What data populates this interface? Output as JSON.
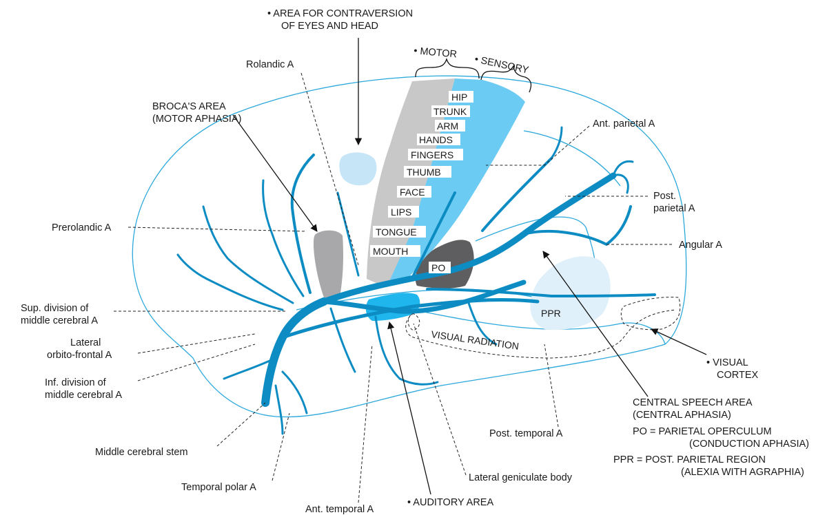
{
  "colors": {
    "outline": "#2aa8dc",
    "artery": "#0d8cc4",
    "motor_strip": "#c8c8c8",
    "sensory_strip": "#6ccbf2",
    "contraversion_area": "#c6e6f7",
    "broca_area": "#a8a8aa",
    "po_area": "#5e5e60",
    "ppr_area": "#dff0fa",
    "auditory_area": "#1fb6ee"
  },
  "top_labels": {
    "contraversion_line1": "• AREA FOR CONTRAVERSION",
    "contraversion_line2": "OF EYES AND HEAD",
    "motor": "• MOTOR",
    "sensory": "• SENSORY"
  },
  "homunculus": [
    "HIP",
    "TRUNK",
    "ARM",
    "HANDS",
    "FINGERS",
    "THUMB",
    "FACE",
    "LIPS",
    "TONGUE",
    "MOUTH"
  ],
  "regions": {
    "po": "PO",
    "ppr": "PPR",
    "visual_radiation": "VISUAL RADIATION"
  },
  "left_labels": {
    "rolandic": "Rolandic A",
    "broca_line1": "BROCA'S AREA",
    "broca_line2": "(MOTOR APHASIA)",
    "prerolandic": "Prerolandic A",
    "sup_div_line1": "Sup. division of",
    "sup_div_line2": "middle cerebral A",
    "lateral_line1": "Lateral",
    "lateral_line2": "orbito-frontal A",
    "inf_div_line1": "Inf. division of",
    "inf_div_line2": "middle cerebral A",
    "mid_stem": "Middle cerebral stem"
  },
  "bottom_labels": {
    "temporal_polar": "Temporal polar A",
    "ant_temporal": "Ant. temporal A",
    "auditory": "• AUDITORY AREA",
    "lateral_geniculate": "Lateral geniculate body",
    "post_temporal": "Post. temporal A"
  },
  "right_labels": {
    "ant_parietal": "Ant. parietal A",
    "post_parietal_line1": "Post.",
    "post_parietal_line2": "parietal A",
    "angular": "Angular A",
    "visual_line1": "• VISUAL",
    "visual_line2": "CORTEX",
    "central_line1": "CENTRAL SPEECH AREA",
    "central_line2": "(CENTRAL APHASIA)",
    "po_def_line1": "PO = PARIETAL OPERCULUM",
    "po_def_line2": "(CONDUCTION APHASIA)",
    "ppr_def_line1": "PPR = POST. PARIETAL REGION",
    "ppr_def_line2": "(ALEXIA WITH AGRAPHIA)"
  }
}
